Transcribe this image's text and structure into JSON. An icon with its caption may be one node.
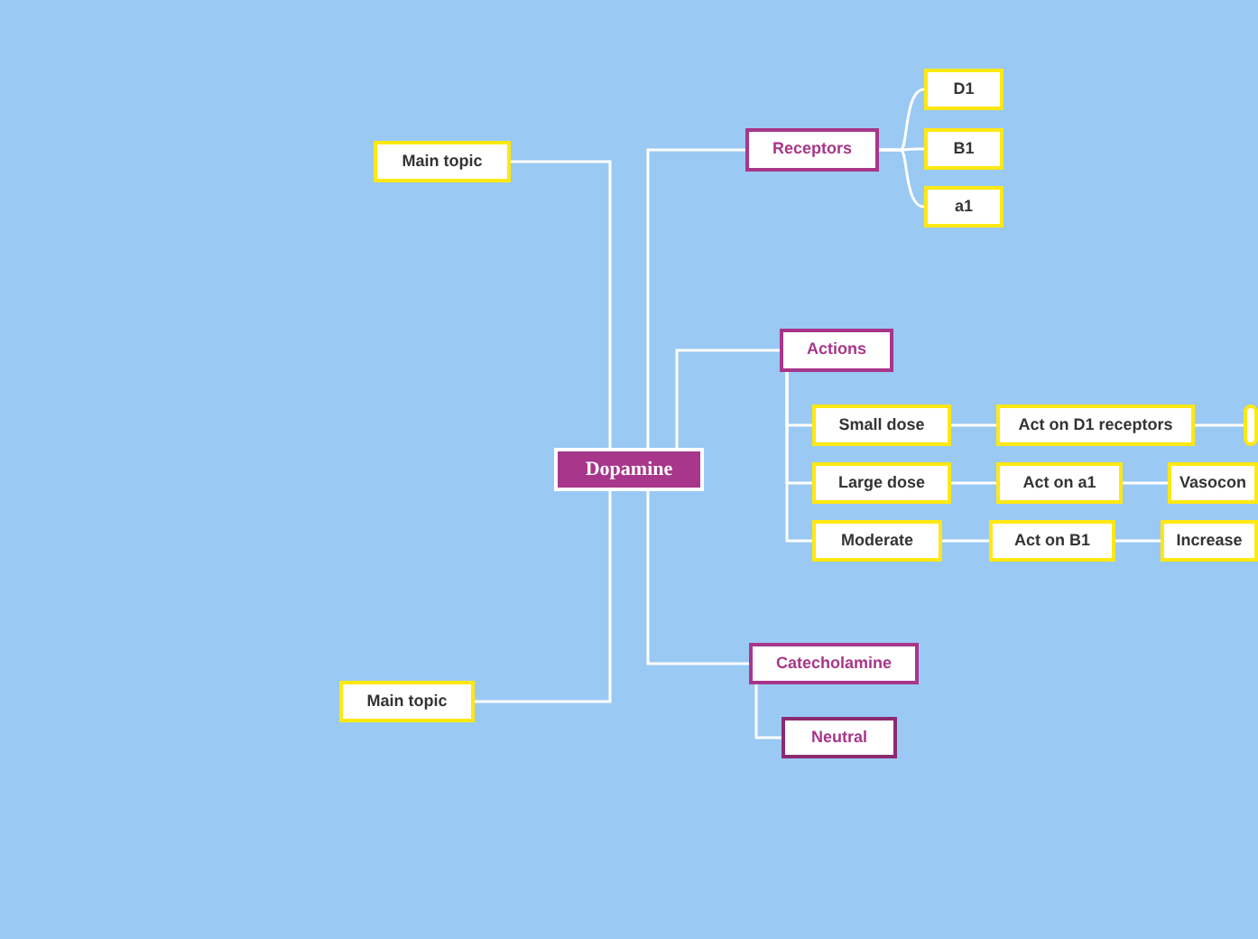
{
  "diagram": {
    "nodes": [
      {
        "text": [
          "Dopamine"
        ]
      },
      {
        "text": [
          "Main topic"
        ]
      },
      {
        "text": [
          "Receptors"
        ]
      },
      {
        "text": [
          "D1"
        ]
      },
      {
        "text": [
          "B1"
        ]
      },
      {
        "text": [
          "a1"
        ]
      },
      {
        "text": [
          "Actions"
        ]
      },
      {
        "text": [
          "Small dose"
        ]
      },
      {
        "text": [
          "Act on D1 receptors"
        ]
      },
      {
        "text": [],
        "shape": "box"
      },
      {
        "text": [
          "Large dose"
        ]
      },
      {
        "text": [
          "Act on a1"
        ]
      },
      {
        "text": [
          "Vasocon"
        ]
      },
      {
        "text": [
          "Moderate"
        ]
      },
      {
        "text": [
          "Act on B1"
        ]
      },
      {
        "text": [
          "Increase"
        ]
      },
      {
        "text": [
          "Catecholamine"
        ]
      },
      {
        "text": [
          "Neutral"
        ]
      },
      {
        "text": [
          "Main topic"
        ]
      }
    ],
    "edges": [
      {
        "from": 0,
        "to": 1,
        "arrow": "none"
      },
      {
        "from": 0,
        "to": 2,
        "arrow": "none"
      },
      {
        "from": 2,
        "to": 3,
        "arrow": "none"
      },
      {
        "from": 2,
        "to": 4,
        "arrow": "none"
      },
      {
        "from": 2,
        "to": 5,
        "arrow": "none"
      },
      {
        "from": 0,
        "to": 6,
        "arrow": "none"
      },
      {
        "from": 6,
        "to": 7,
        "arrow": "none"
      },
      {
        "from": 7,
        "to": 8,
        "arrow": "none"
      },
      {
        "from": 8,
        "to": 9,
        "arrow": "none"
      },
      {
        "from": 6,
        "to": 10,
        "arrow": "none"
      },
      {
        "from": 10,
        "to": 11,
        "arrow": "none"
      },
      {
        "from": 11,
        "to": 12,
        "arrow": "none"
      },
      {
        "from": 6,
        "to": 13,
        "arrow": "none"
      },
      {
        "from": 13,
        "to": 14,
        "arrow": "none"
      },
      {
        "from": 14,
        "to": 15,
        "arrow": "none"
      },
      {
        "from": 0,
        "to": 16,
        "arrow": "none"
      },
      {
        "from": 16,
        "to": 17,
        "arrow": "none"
      },
      {
        "from": 0,
        "to": 18,
        "arrow": "none"
      }
    ]
  }
}
